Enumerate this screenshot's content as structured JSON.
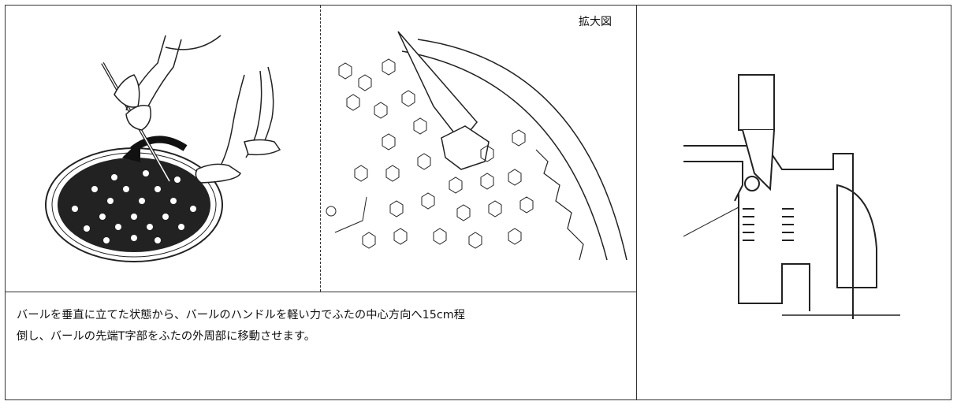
{
  "figure": {
    "enlarged_label": "拡大図",
    "caption_lines": [
      "バールを垂直に立てた状態から、バールのハンドルを軽い力でふたの中心方向へ15cm程",
      "倒し、バールの先端T字部をふたの外周部に移動させます。"
    ]
  },
  "icons": {
    "left": "person-using-pry-bar-on-manhole-cover-illustration",
    "middle": "enlarged-bar-tip-on-cover-edge-illustration",
    "right": "cross-section-of-bar-tip-in-cover-frame-illustration"
  }
}
